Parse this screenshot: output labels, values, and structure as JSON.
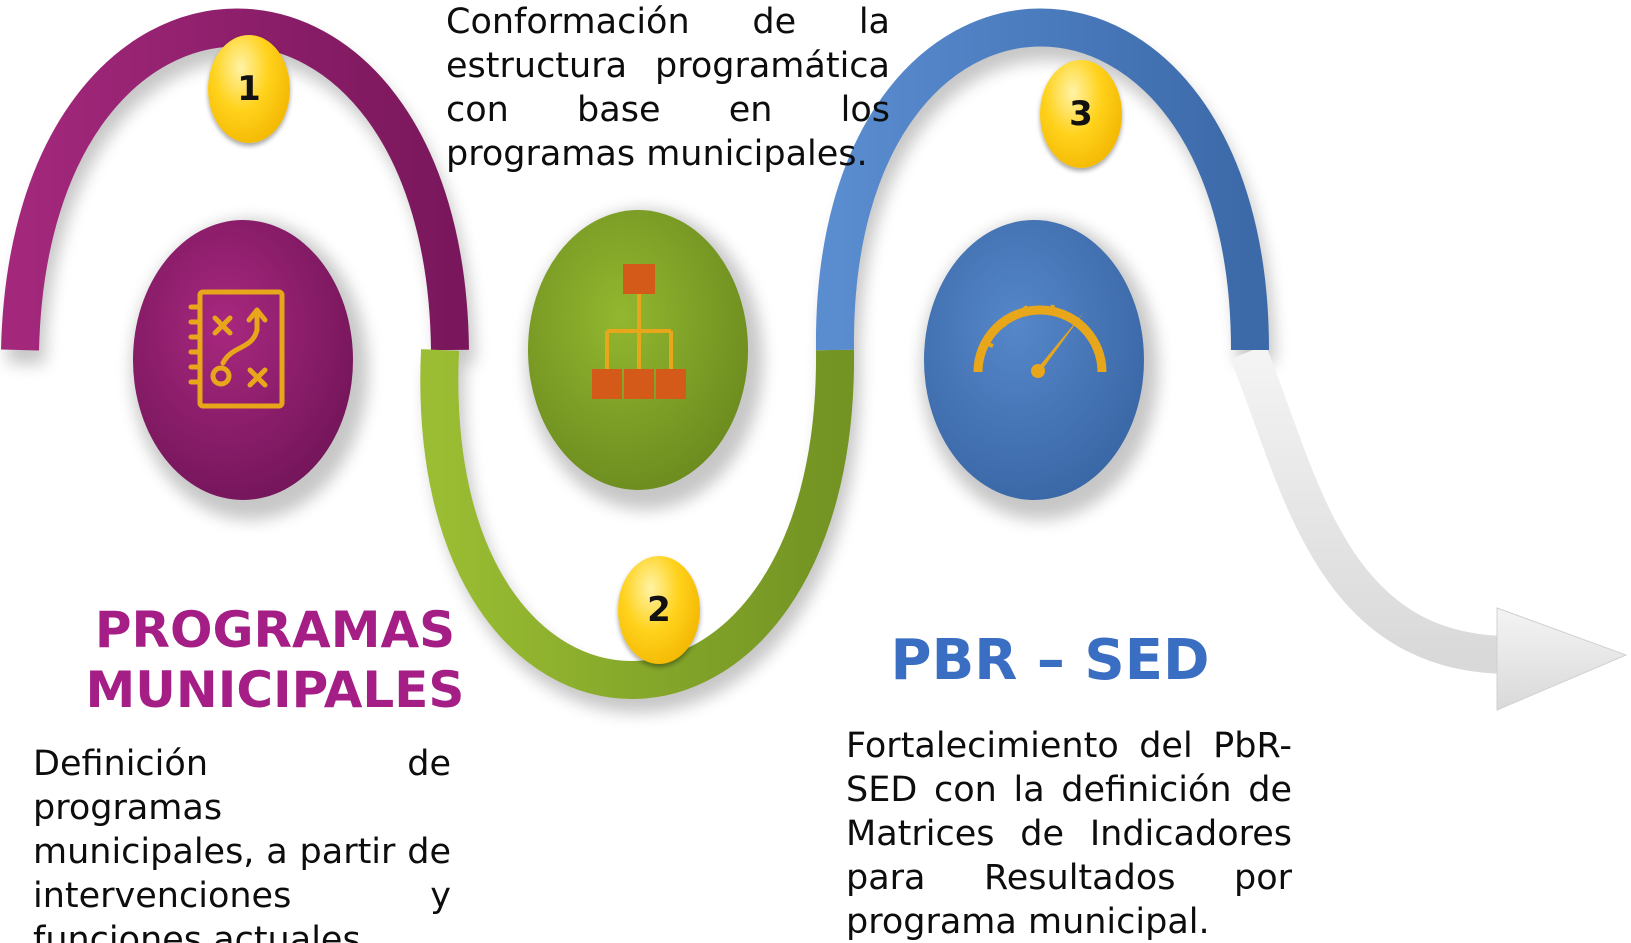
{
  "steps": [
    {
      "number": "1",
      "heading": "PROGRAMAS MUNICIPALES",
      "description": "Definición de programas municipales, a partir de intervenciones y funciones actuales.",
      "icon": "strategy-plan-icon",
      "color": "#8e1f6b"
    },
    {
      "number": "2",
      "heading": "",
      "description": "Conformación de la estructura programática con base en los programas municipales.",
      "icon": "hierarchy-structure-icon",
      "color": "#86a82a"
    },
    {
      "number": "3",
      "heading": "PBR – SED",
      "description": "Fortalecimiento del PbR-SED con la definición de Matrices de Indicadores para Resultados por programa municipal.",
      "icon": "speedometer-gauge-icon",
      "color": "#4a7bbd"
    }
  ],
  "colors": {
    "icon": "#e8a61a",
    "badge": "#ffd21c",
    "arrow": "#e6e6e6"
  }
}
